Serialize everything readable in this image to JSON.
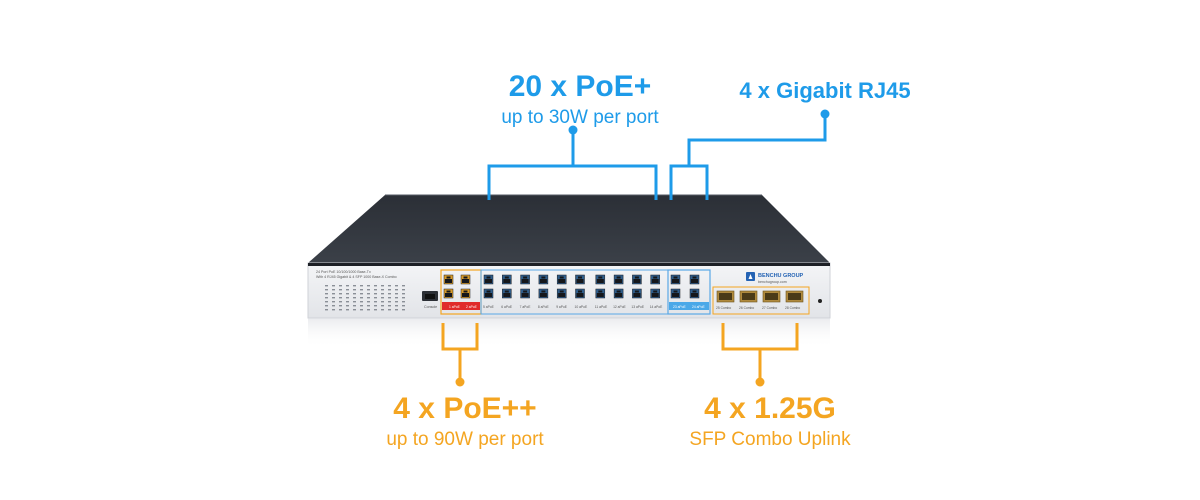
{
  "callouts": {
    "poe_plus": {
      "title": "20 x PoE+",
      "subtitle": "up to 30W per port"
    },
    "gigabit": {
      "title": "4 x Gigabit RJ45"
    },
    "poe_plusplus": {
      "title": "4 x PoE++",
      "subtitle": "up to 90W per port"
    },
    "sfp": {
      "title": "4 x 1.25G",
      "subtitle": "SFP Combo Uplink"
    }
  },
  "device": {
    "brand": "BENCHU GROUP",
    "website": "benchugroup.com",
    "panel_line1": "24 Port PoE 10/100/1000 Base-Tx",
    "panel_line2": "With 4 RJ45 Gigabit & 4 SFP 1000 Base-X Combo",
    "console_label": "Console",
    "port_labels": [
      "1 aPoE",
      "2 aPoE",
      "3 aPoE",
      "4 aPoE",
      "5 aPoE",
      "6 aPoE",
      "7 aPoE",
      "8 aPoE",
      "9 aPoE",
      "10 aPoE",
      "11 aPoE",
      "12 aPoE",
      "13 aPoE",
      "14 aPoE",
      "15 aPoE",
      "16 aPoE",
      "17 aPoE",
      "18 aPoE",
      "19 aPoE",
      "20 aPoE",
      "21 aPoE",
      "22 aPoE",
      "23 aPoE",
      "24 aPoE"
    ],
    "sfp_labels": [
      "25 Combo",
      "26 Combo",
      "27 Combo",
      "28 Combo"
    ]
  },
  "colors": {
    "blue": "#1e9be9",
    "orange": "#f4a521",
    "red_label": "#e02a2a",
    "blue_label": "#4aa8e8"
  }
}
